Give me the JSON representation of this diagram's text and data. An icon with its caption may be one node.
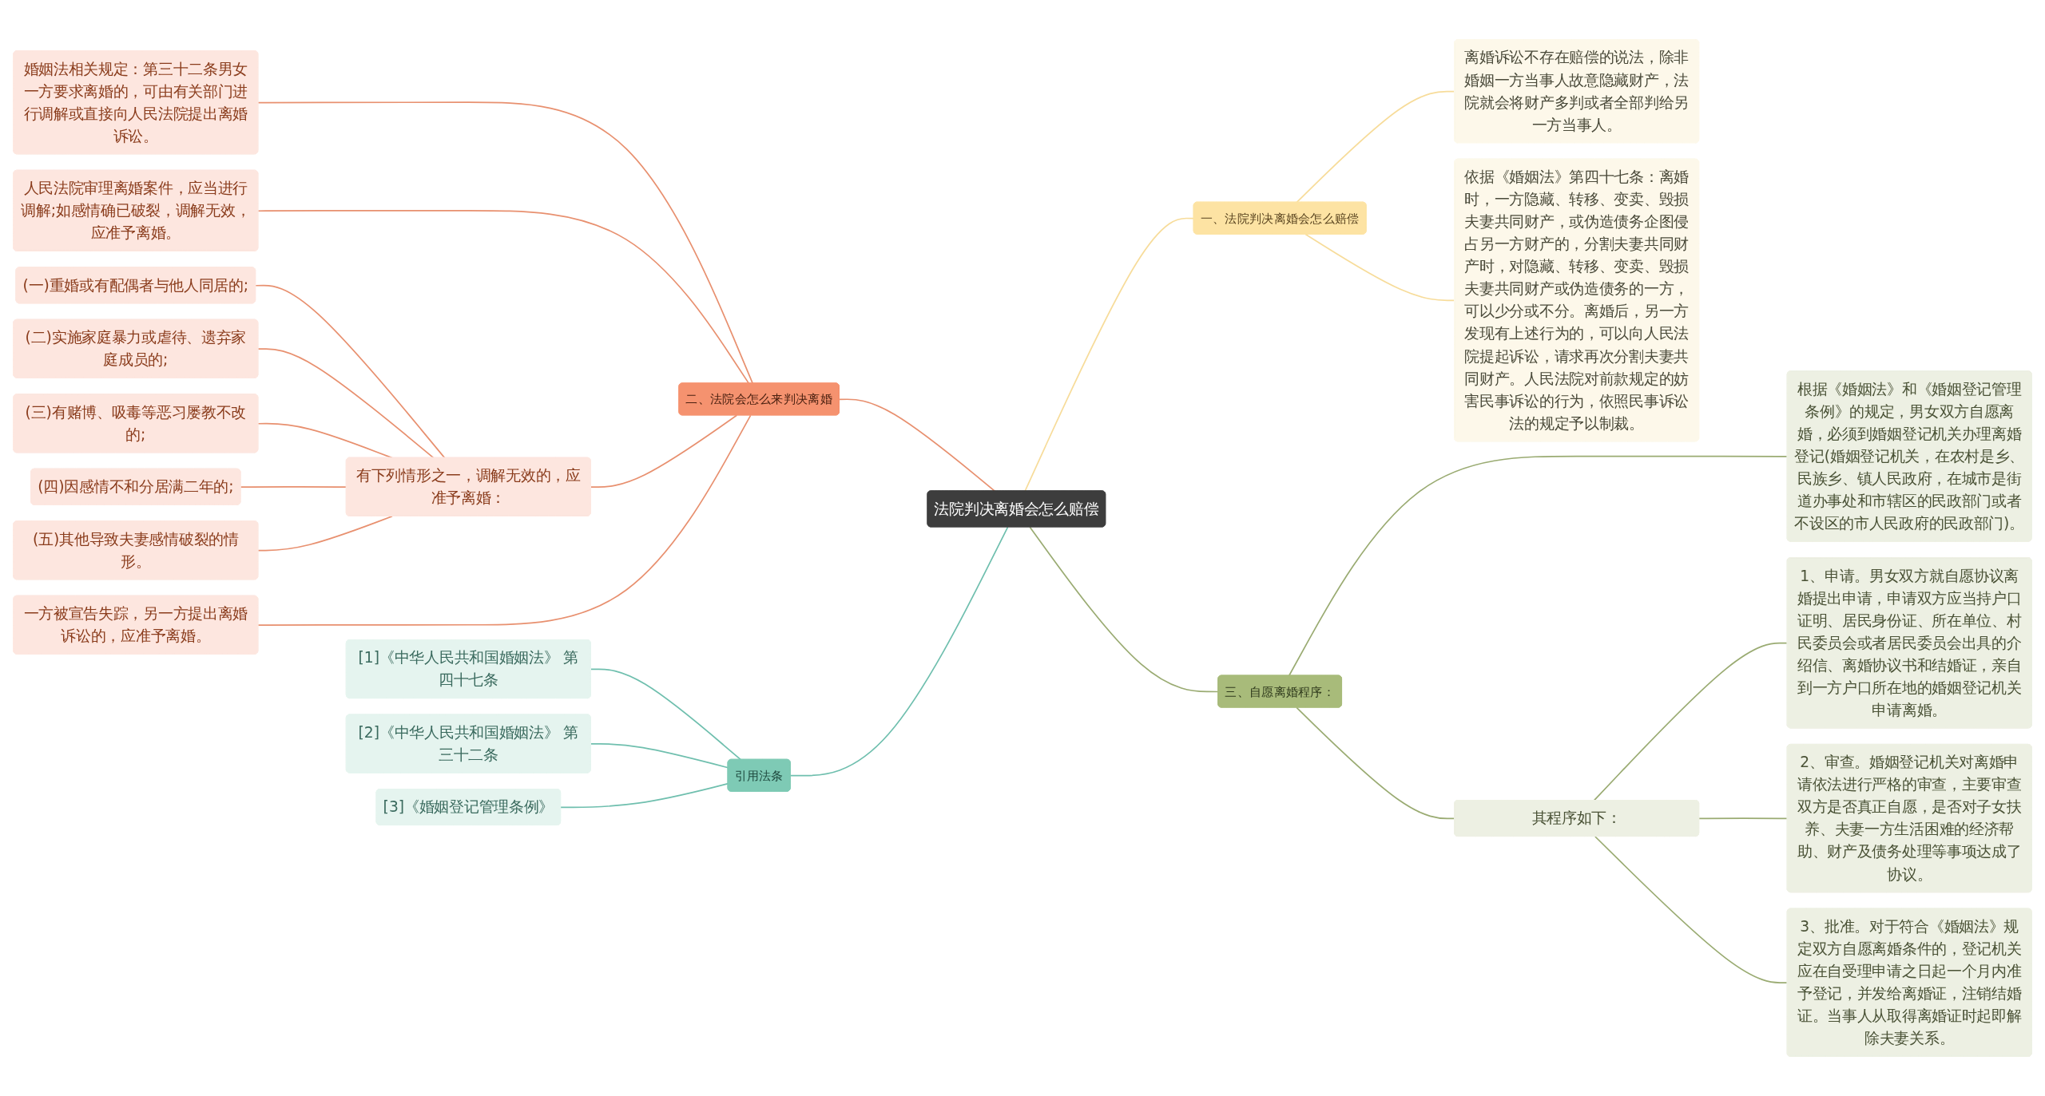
{
  "diagram": {
    "nodes": [
      {
        "text": [
          "法院判决离婚会怎么赔偿"
        ]
      },
      {
        "text": [
          "一、法院判决离婚会怎么赔偿"
        ]
      },
      {
        "text": [
          "离婚诉讼不存在赔偿的说法，除非婚姻一方当事人故意隐藏财产，法院就会将财产多判或者全部判给另一方当事人。"
        ]
      },
      {
        "text": [
          "依据《婚姻法》第四十七条：离婚时，一方隐藏、转移、变卖、毁损夫妻共同财产，或伪造债务企图侵占另一方财产的，分割夫妻共同财产时，对隐藏、转移、变卖、毁损夫妻共同财产或伪造债务的一方，可以少分或不分。离婚后，另一方发现有上述行为的，可以向人民法院提起诉讼，请求再次分割夫妻共同财产。人民法院对前款规定的妨害民事诉讼的行为，依照民事诉讼法的规定予以制裁。"
        ]
      },
      {
        "text": [
          "二、法院会怎么来判决离婚"
        ]
      },
      {
        "text": [
          "婚姻法相关规定：第三十二条男女一方要求离婚的，可由有关部门进行调解或直接向人民法院提出离婚诉讼。"
        ]
      },
      {
        "text": [
          "人民法院审理离婚案件，应当进行调解;如感情确已破裂，调解无效，应准予离婚。"
        ]
      },
      {
        "text": [
          "有下列情形之一，调解无效的，应准予离婚："
        ]
      },
      {
        "text": [
          "(一)重婚或有配偶者与他人同居的;"
        ]
      },
      {
        "text": [
          "(二)实施家庭暴力或虐待、遗弃家庭成员的;"
        ]
      },
      {
        "text": [
          "(三)有赌博、吸毒等恶习屡教不改的;"
        ]
      },
      {
        "text": [
          "(四)因感情不和分居满二年的;"
        ]
      },
      {
        "text": [
          "(五)其他导致夫妻感情破裂的情形。"
        ]
      },
      {
        "text": [
          "一方被宣告失踪，另一方提出离婚诉讼的，应准予离婚。"
        ]
      },
      {
        "text": [
          "三、自愿离婚程序："
        ]
      },
      {
        "text": [
          "根据《婚姻法》和《婚姻登记管理条例》的规定，男女双方自愿离婚，必须到婚姻登记机关办理离婚登记(婚姻登记机关，在农村是乡、民族乡、镇人民政府，在城市是街道办事处和市辖区的民政部门或者不设区的市人民政府的民政部门)。"
        ]
      },
      {
        "text": [
          "其程序如下："
        ]
      },
      {
        "text": [
          "1、申请。男女双方就自愿协议离婚提出申请，申请双方应当持户口证明、居民身份证、所在单位、村民委员会或者居民委员会出具的介绍信、离婚协议书和结婚证，亲自到一方户口所在地的婚姻登记机关申请离婚。"
        ]
      },
      {
        "text": [
          "2、审查。婚姻登记机关对离婚申请依法进行严格的审查，主要审查双方是否真正自愿，是否对子女扶养、夫妻一方生活困难的经济帮助、财产及债务处理等事项达成了协议。"
        ]
      },
      {
        "text": [
          "3、批准。对于符合《婚姻法》规定双方自愿离婚条件的，登记机关应在自受理申请之日起一个月内准予登记，并发给离婚证，注销结婚证。当事人从取得离婚证时起即解除夫妻关系。"
        ]
      },
      {
        "text": [
          "引用法条"
        ]
      },
      {
        "text": [
          "[1]《中华人民共和国婚姻法》 第四十七条"
        ]
      },
      {
        "text": [
          "[2]《中华人民共和国婚姻法》 第三十二条"
        ]
      },
      {
        "text": [
          "[3]《婚姻登记管理条例》"
        ]
      }
    ],
    "edges": [
      {
        "from": 0,
        "to": 1,
        "arrow": "none",
        "color": "#f7dc9a"
      },
      {
        "from": 1,
        "to": 2,
        "arrow": "none",
        "color": "#f7dc9a"
      },
      {
        "from": 1,
        "to": 3,
        "arrow": "none",
        "color": "#f7dc9a"
      },
      {
        "from": 0,
        "to": 4,
        "arrow": "none",
        "color": "#e8906f"
      },
      {
        "from": 4,
        "to": 5,
        "arrow": "none",
        "color": "#e8906f"
      },
      {
        "from": 4,
        "to": 6,
        "arrow": "none",
        "color": "#e8906f"
      },
      {
        "from": 4,
        "to": 7,
        "arrow": "none",
        "color": "#e8906f"
      },
      {
        "from": 7,
        "to": 8,
        "arrow": "none",
        "color": "#e8906f"
      },
      {
        "from": 7,
        "to": 9,
        "arrow": "none",
        "color": "#e8906f"
      },
      {
        "from": 7,
        "to": 10,
        "arrow": "none",
        "color": "#e8906f"
      },
      {
        "from": 7,
        "to": 11,
        "arrow": "none",
        "color": "#e8906f"
      },
      {
        "from": 7,
        "to": 12,
        "arrow": "none",
        "color": "#e8906f"
      },
      {
        "from": 4,
        "to": 13,
        "arrow": "none",
        "color": "#e8906f"
      },
      {
        "from": 0,
        "to": 14,
        "arrow": "none",
        "color": "#9aab72"
      },
      {
        "from": 14,
        "to": 15,
        "arrow": "none",
        "color": "#9aab72"
      },
      {
        "from": 14,
        "to": 16,
        "arrow": "none",
        "color": "#9aab72"
      },
      {
        "from": 16,
        "to": 17,
        "arrow": "none",
        "color": "#9aab72"
      },
      {
        "from": 16,
        "to": 18,
        "arrow": "none",
        "color": "#9aab72"
      },
      {
        "from": 16,
        "to": 19,
        "arrow": "none",
        "color": "#9aab72"
      },
      {
        "from": 0,
        "to": 20,
        "arrow": "none",
        "color": "#6fbfae"
      },
      {
        "from": 20,
        "to": 21,
        "arrow": "none",
        "color": "#6fbfae"
      },
      {
        "from": 20,
        "to": 22,
        "arrow": "none",
        "color": "#6fbfae"
      },
      {
        "from": 20,
        "to": 23,
        "arrow": "none",
        "color": "#6fbfae"
      }
    ]
  }
}
